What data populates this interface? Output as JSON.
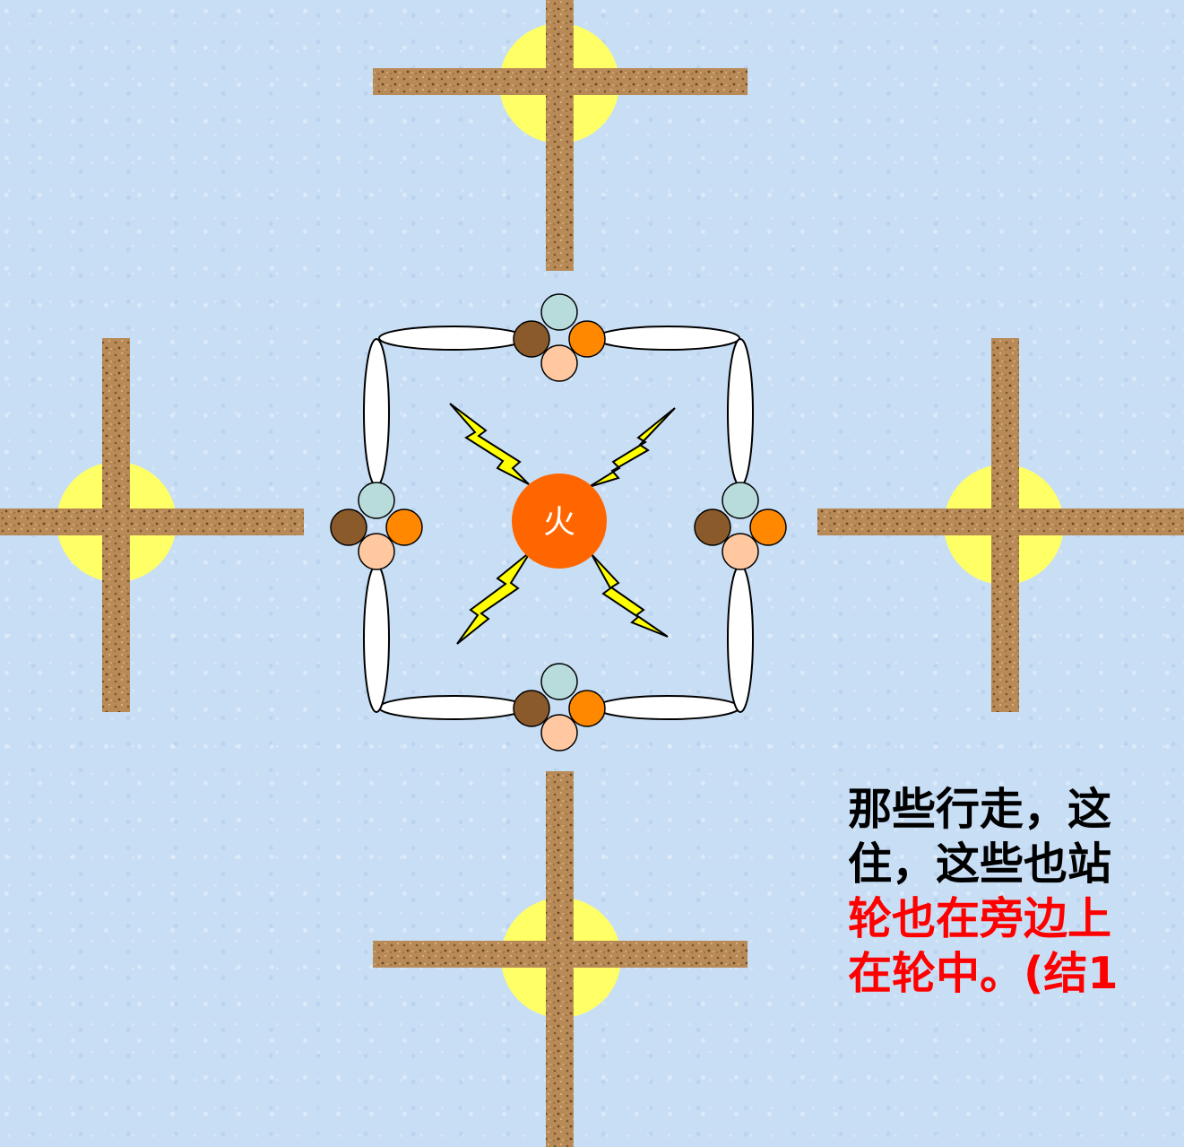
{
  "diagram": {
    "center_label": "火",
    "caption_lines": [
      {
        "text": "那些行走，这",
        "color": "black"
      },
      {
        "text": "住，这些也站",
        "color": "black"
      },
      {
        "text": "轮也在旁边上",
        "color": "red"
      },
      {
        "text": "在轮中。(结1",
        "color": "red"
      }
    ],
    "colors": {
      "background": "#c8def5",
      "halo": "#ffff66",
      "cross_wood": "#b88a58",
      "fire": "#ff6600",
      "lightning": "#ffff00",
      "wheel_fill": "#ffffff",
      "face_top": "#b8dcdc",
      "face_left": "#8b5a2b",
      "face_right": "#ff8800",
      "face_bottom": "#ffc8a0",
      "caption_black": "#000000",
      "caption_red": "#ff0000"
    }
  }
}
